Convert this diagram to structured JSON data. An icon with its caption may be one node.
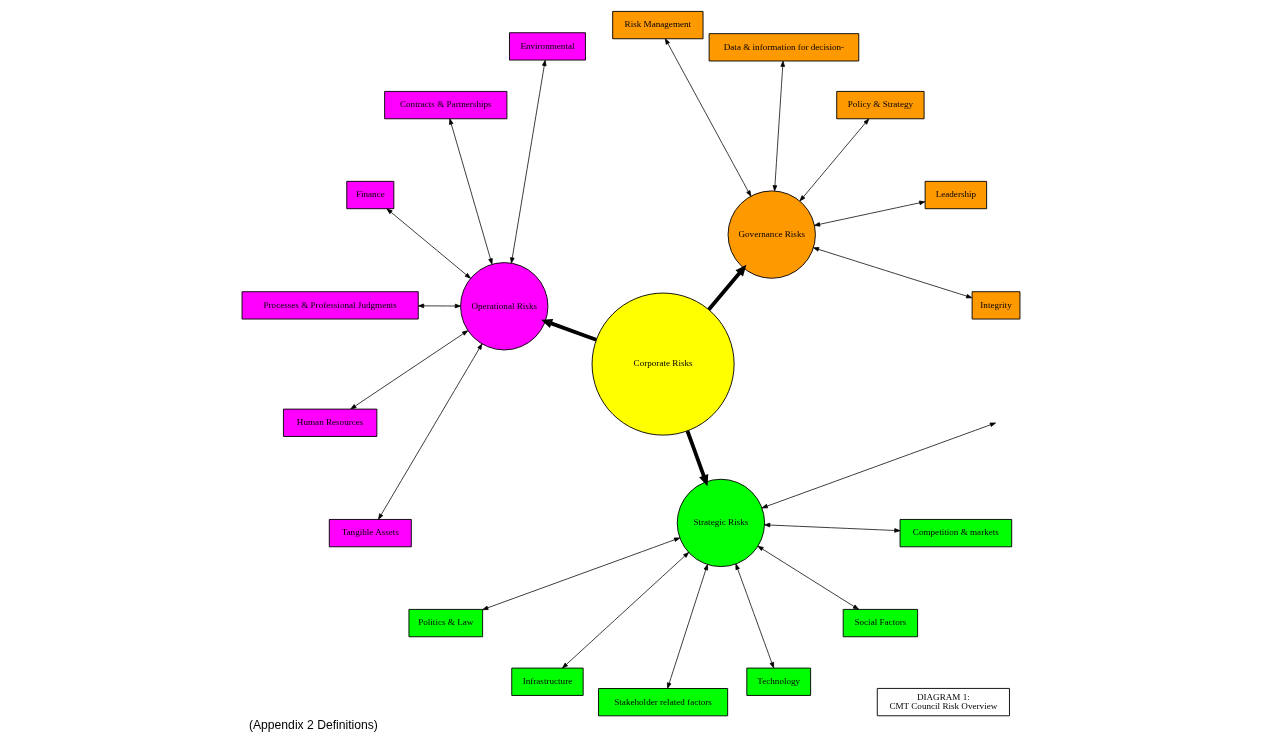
{
  "diagram": {
    "caption": "(Appendix 2 Definitions)",
    "nodes": [
      {
        "text": [
          "DIAGRAM 1:",
          "CMT Council Risk Overview"
        ]
      },
      {
        "text": [
          "Governance Risks"
        ]
      },
      {
        "text": [
          "Integrity"
        ]
      },
      {
        "text": [
          "Leadership"
        ]
      },
      {
        "text": [
          "Policy & Strategy"
        ]
      },
      {
        "text": [
          "Data & information for decision-"
        ]
      },
      {
        "text": [
          "Risk Management"
        ]
      },
      {
        "text": [
          "Corporate Risks"
        ]
      },
      {
        "text": [
          "Operational Risks"
        ]
      },
      {
        "text": [
          "Environmental"
        ]
      },
      {
        "text": [
          "Contracts & Partnerships"
        ]
      },
      {
        "text": [
          "Finance"
        ]
      },
      {
        "text": [
          "Processes & Professional Judgments"
        ]
      },
      {
        "text": [
          "Human Resources"
        ]
      },
      {
        "text": [
          "Tangible Assets"
        ]
      },
      {
        "text": [
          "Strategic Risks"
        ]
      },
      {
        "text": [
          "Politics & Law"
        ]
      },
      {
        "text": [
          "Infrastructure"
        ]
      },
      {
        "text": [
          "Stakeholder related factors"
        ]
      },
      {
        "text": [
          "Technology"
        ]
      },
      {
        "text": [
          "Social Factors"
        ]
      },
      {
        "text": [
          "Competition & markets"
        ]
      }
    ],
    "edges": [
      {
        "from": 7,
        "to": 1,
        "arrow": "to",
        "style": "thick"
      },
      {
        "from": 7,
        "to": 8,
        "arrow": "to",
        "style": "thick"
      },
      {
        "from": 7,
        "to": 15,
        "arrow": "to",
        "style": "thick"
      },
      {
        "from": 1,
        "to": 2,
        "arrow": "both"
      },
      {
        "from": 1,
        "to": 3,
        "arrow": "both"
      },
      {
        "from": 1,
        "to": 4,
        "arrow": "both"
      },
      {
        "from": 1,
        "to": 5,
        "arrow": "both"
      },
      {
        "from": 1,
        "to": 6,
        "arrow": "both"
      },
      {
        "from": 8,
        "to": 9,
        "arrow": "both"
      },
      {
        "from": 8,
        "to": 10,
        "arrow": "both"
      },
      {
        "from": 8,
        "to": 11,
        "arrow": "both"
      },
      {
        "from": 8,
        "to": 12,
        "arrow": "both"
      },
      {
        "from": 8,
        "to": 13,
        "arrow": "both"
      },
      {
        "from": 8,
        "to": 14,
        "arrow": "both"
      },
      {
        "from": 15,
        "to": 16,
        "arrow": "both"
      },
      {
        "from": 15,
        "to": 17,
        "arrow": "both"
      },
      {
        "from": 15,
        "to": 18,
        "arrow": "both"
      },
      {
        "from": 15,
        "to": 19,
        "arrow": "both"
      },
      {
        "from": 15,
        "to": 20,
        "arrow": "both"
      },
      {
        "from": 15,
        "to": 21,
        "arrow": "both"
      },
      {
        "from": 15,
        "to": null,
        "arrow": "both"
      }
    ]
  }
}
